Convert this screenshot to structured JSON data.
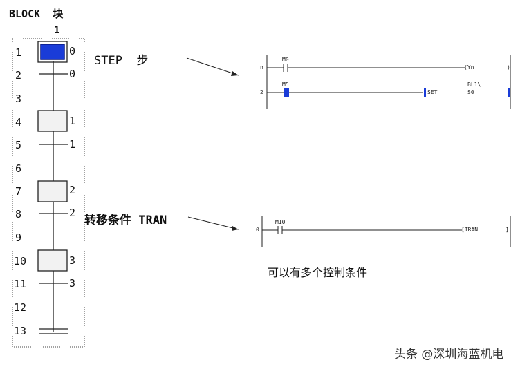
{
  "header": {
    "title": "BLOCK  块",
    "block_number": "1"
  },
  "sfc": {
    "rows": [
      "1",
      "2",
      "3",
      "4",
      "5",
      "6",
      "7",
      "8",
      "9",
      "10",
      "11",
      "12",
      "13"
    ],
    "step_numbers": [
      "0",
      "1",
      "2",
      "3"
    ],
    "transition_numbers": [
      "0",
      "1",
      "2",
      "3"
    ]
  },
  "labels": {
    "step": "STEP  步",
    "transition": "转移条件 TRAN"
  },
  "ladder_step": {
    "rung1_no": "n",
    "rung1_contact": "M0",
    "rung1_coil": "(Yn",
    "rung1_end": ")",
    "rung2_no": "2",
    "rung2_contact": "M5",
    "rung2_instr": "SET",
    "rung2_operand_top": "BL1\\",
    "rung2_operand_bottom": "S0"
  },
  "ladder_tran": {
    "rung_no": "0",
    "contact": "M10",
    "instr": "[TRAN",
    "end": "]"
  },
  "note": "可以有多个控制条件",
  "watermark": "头条 @深圳海蓝机电",
  "colors": {
    "active_step": "#1a3cd8",
    "line": "#222222"
  }
}
